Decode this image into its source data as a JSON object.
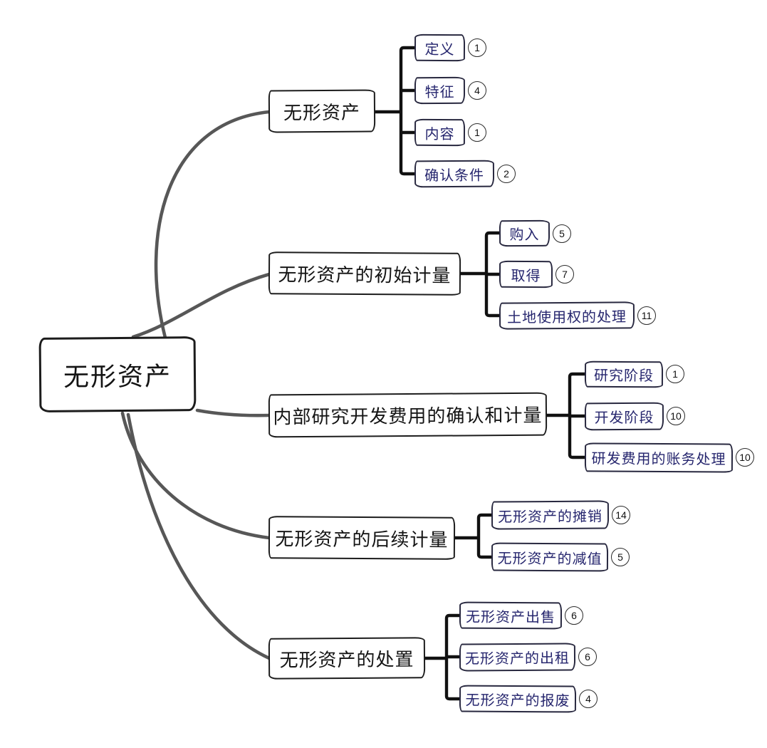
{
  "root": {
    "label": "无形资产"
  },
  "branches": [
    {
      "label": "无形资产",
      "children": [
        {
          "label": "定义",
          "count": "1"
        },
        {
          "label": "特征",
          "count": "4"
        },
        {
          "label": "内容",
          "count": "1"
        },
        {
          "label": "确认条件",
          "count": "2"
        }
      ]
    },
    {
      "label": "无形资产的初始计量",
      "children": [
        {
          "label": "购入",
          "count": "5"
        },
        {
          "label": "取得",
          "count": "7"
        },
        {
          "label": "土地使用权的处理",
          "count": "11"
        }
      ]
    },
    {
      "label": "内部研究开发费用的确认和计量",
      "children": [
        {
          "label": "研究阶段",
          "count": "1"
        },
        {
          "label": "开发阶段",
          "count": "10"
        },
        {
          "label": "研发费用的账务处理",
          "count": "10"
        }
      ]
    },
    {
      "label": "无形资产的后续计量",
      "children": [
        {
          "label": "无形资产的摊销",
          "count": "14"
        },
        {
          "label": "无形资产的减值",
          "count": "5"
        }
      ]
    },
    {
      "label": "无形资产的处置",
      "children": [
        {
          "label": "无形资产出售",
          "count": "6"
        },
        {
          "label": "无形资产的出租",
          "count": "6"
        },
        {
          "label": "无形资产的报废",
          "count": "4"
        }
      ]
    }
  ],
  "colors": {
    "background": "#ffffff",
    "root_branch_text": "#141414",
    "box_border": "#1c1c1c",
    "child_text": "#26266e",
    "child_border": "#28283f",
    "organic_curve": "#575757",
    "elbow_connector": "#111111",
    "badge_border": "#2a2a2a",
    "badge_text": "#111111"
  }
}
